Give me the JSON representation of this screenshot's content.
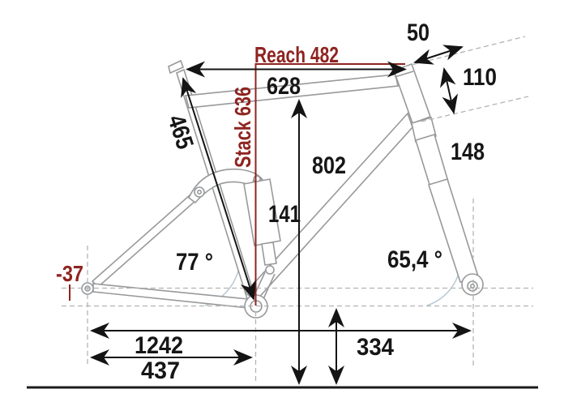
{
  "diagram": {
    "colors": {
      "accent_red": "#8e2420",
      "frame_gray": "#97999b",
      "arc_blue": "#b7c9d3",
      "ink": "#161616",
      "guide_dash": "#b3b3b3"
    },
    "measurements": {
      "reach": "Reach 482",
      "stack": "Stack 636",
      "top_tube": "628",
      "seat_tube": "465",
      "stem": "50",
      "head_tube": "110",
      "fork_travel": "148",
      "standover": "802",
      "rear_travel": "141",
      "seat_angle": "77 °",
      "head_angle": "65,4 °",
      "bb_drop": "-37",
      "wheelbase": "1242",
      "chainstay": "437",
      "bb_height": "334"
    }
  }
}
